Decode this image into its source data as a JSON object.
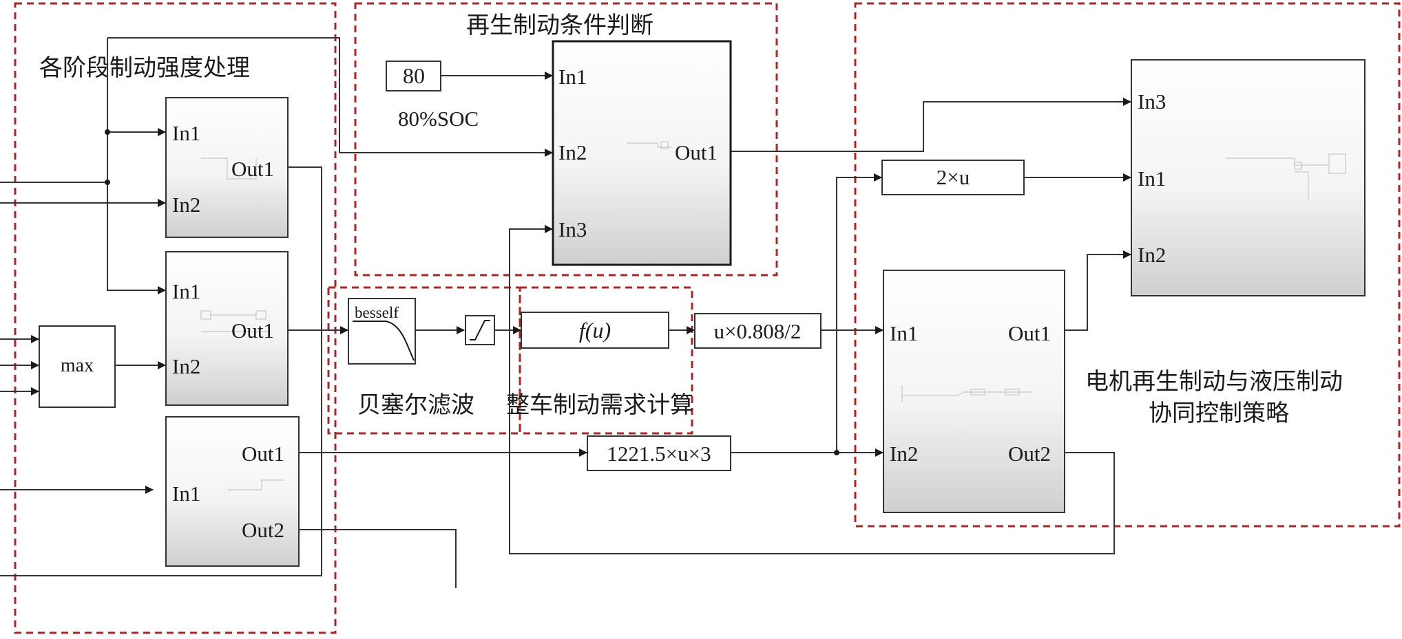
{
  "groups": {
    "stage_processing": "各阶段制动强度处理",
    "regen_condition": "再生制动条件判断",
    "bessel_filter": "贝塞尔滤波",
    "vehicle_demand": "整车制动需求计算",
    "coop_control_line1": "电机再生制动与液压制动",
    "coop_control_line2": "协同控制策略"
  },
  "blocks": {
    "constant_value": "80",
    "constant_caption": "80%SOC",
    "max_label": "max",
    "bessel_label": "besself",
    "fcn_label": "f(u)",
    "gain_2u": "2×u",
    "gain_0808": "u×0.808/2",
    "gain_1221": "1221.5×u×3"
  },
  "ports": {
    "in1": "In1",
    "in2": "In2",
    "in3": "In3",
    "out1": "Out1",
    "out2": "Out2"
  }
}
